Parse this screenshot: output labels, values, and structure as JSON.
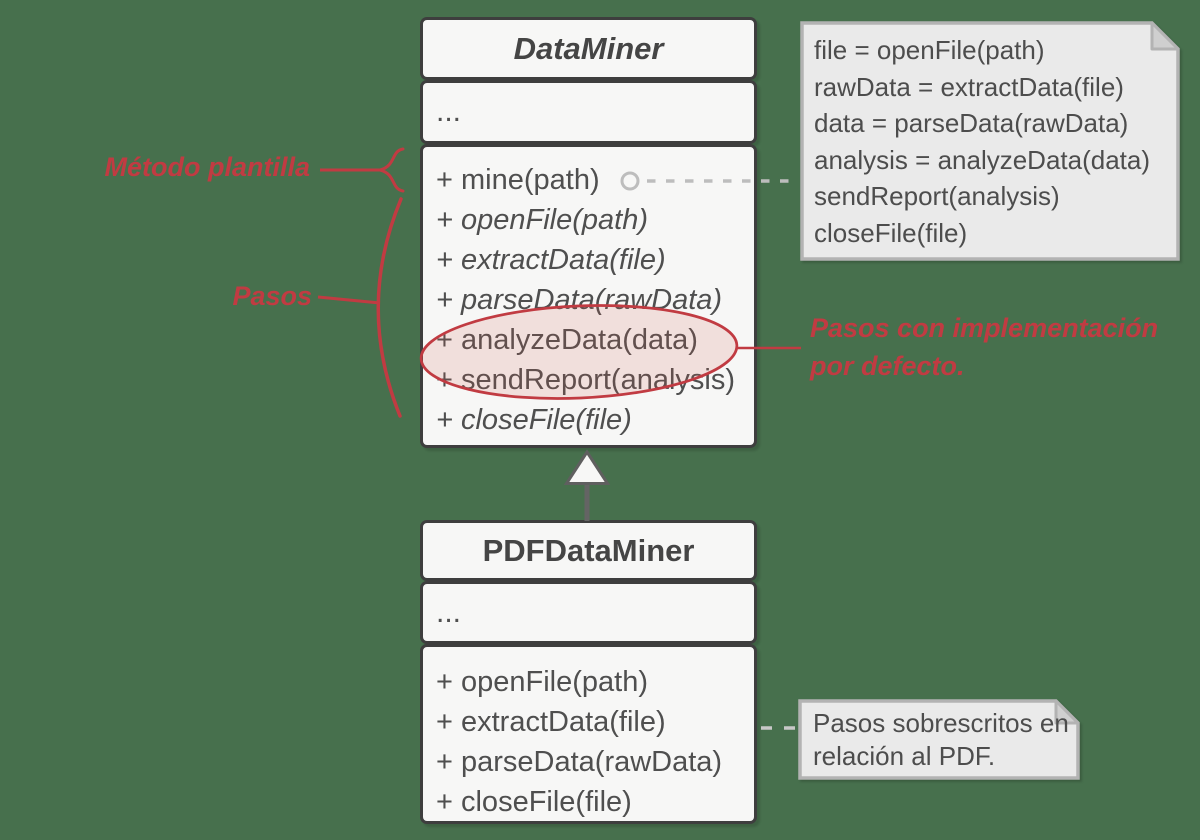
{
  "diagram_title": "Template Method pattern - DataMiner UML diagram",
  "colors": {
    "background": "#47704d",
    "box_fill": "#f7f7f6",
    "box_border": "#3e3e3e",
    "note_fill": "#eaeaea",
    "note_border": "#b3b3b3",
    "note_fold": "#cfcfcf",
    "text_dark": "#4f4f4f",
    "connector_gray": "#bdbdbd",
    "arrow_gray": "#5f5f5f",
    "accent_red": "#c13b42",
    "ellipse_fill": "rgba(208,84,72,0.15)"
  },
  "classes": {
    "data_miner": {
      "title": "DataMiner",
      "ellipsis": "...",
      "methods": [
        {
          "text": "+ mine(path)",
          "italic": false
        },
        {
          "text": "+ openFile(path)",
          "italic": true
        },
        {
          "text": "+ extractData(file)",
          "italic": true
        },
        {
          "text": "+ parseData(rawData)",
          "italic": true
        },
        {
          "text": "+ analyzeData(data)",
          "italic": false
        },
        {
          "text": "+ sendReport(analysis)",
          "italic": false
        },
        {
          "text": "+ closeFile(file)",
          "italic": true
        }
      ]
    },
    "pdf_data_miner": {
      "title": "PDFDataMiner",
      "ellipsis": "...",
      "methods": [
        {
          "text": "+ openFile(path)",
          "italic": false
        },
        {
          "text": "+ extractData(file)",
          "italic": false
        },
        {
          "text": "+ parseData(rawData)",
          "italic": false
        },
        {
          "text": "+ closeFile(file)",
          "italic": false
        }
      ]
    }
  },
  "notes": {
    "pseudocode": {
      "lines": [
        "file = openFile(path)",
        "rawData = extractData(file)",
        "data = parseData(rawData)",
        "analysis = analyzeData(data)",
        "sendReport(analysis)",
        "closeFile(file)"
      ]
    },
    "overridden": {
      "lines": [
        "Pasos sobrescritos en",
        "relación al PDF."
      ]
    }
  },
  "annotations": {
    "template_method_label": "Método plantilla",
    "steps_label": "Pasos",
    "default_impl": {
      "lines": [
        "Pasos con implementación",
        "por defecto."
      ]
    }
  },
  "relationships": {
    "inheritance": "PDFDataMiner extends DataMiner"
  }
}
